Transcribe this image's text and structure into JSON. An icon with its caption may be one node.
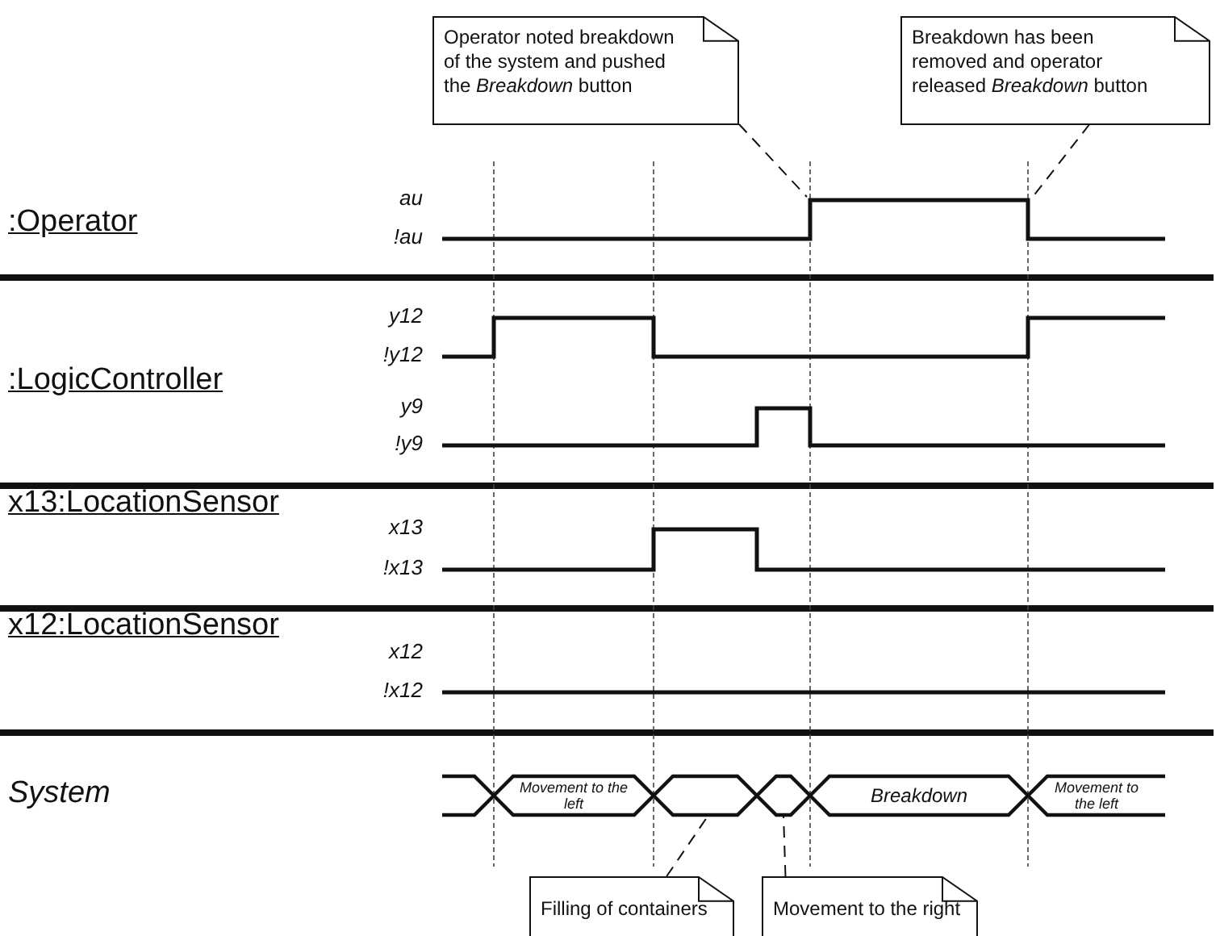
{
  "diagram": {
    "nodes": [
      {
        "text": [
          "Operator noted breakdown of the system  and pushed the *Breakdown* button"
        ]
      },
      {
        "text": [
          "Breakdown has been removed and operator released *Breakdown* button"
        ]
      },
      {
        "text": [
          "Movement to the left"
        ]
      },
      {
        "text": [],
        "shape": "hexagon"
      },
      {
        "text": [],
        "shape": "hexagon"
      },
      {
        "text": [
          "Breakdown"
        ]
      },
      {
        "text": [
          "Movement to the left"
        ]
      },
      {
        "text": [
          "Filling of containers"
        ]
      },
      {
        "text": [
          "Movement to the right"
        ]
      }
    ],
    "edges": [
      {
        "from": 0,
        "to": null,
        "arrow": "none",
        "style": "dashed"
      },
      {
        "from": 1,
        "to": null,
        "arrow": "none",
        "style": "dashed"
      },
      {
        "from": 7,
        "to": 3,
        "arrow": "none",
        "style": "dashed"
      },
      {
        "from": 8,
        "to": 4,
        "arrow": "none",
        "style": "dashed"
      }
    ],
    "labels": [
      ":Operator",
      "au",
      "!au",
      ":LogicController",
      "y12",
      "!y12",
      "y9",
      "!y9",
      "x13:LocationSensor",
      "x13",
      "!x13",
      "x12:LocationSensor",
      "x12",
      "!x12",
      "System"
    ]
  }
}
